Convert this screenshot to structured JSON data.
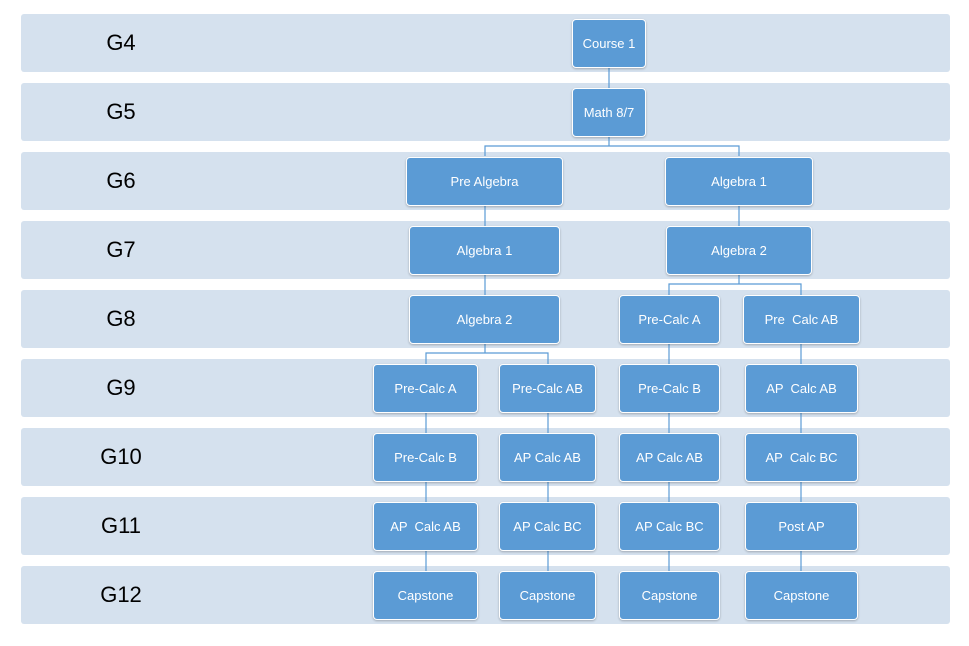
{
  "colors": {
    "band": "#d5e1ee",
    "node": "#5b9bd5",
    "connector": "#5b9bd5"
  },
  "grades": [
    "G4",
    "G5",
    "G6",
    "G7",
    "G8",
    "G9",
    "G10",
    "G11",
    "G12"
  ],
  "courses": {
    "g4_course1": "Course 1",
    "g5_math87": "Math 8/7",
    "g6_pre_algebra": "Pre Algebra",
    "g6_algebra1": "Algebra 1",
    "g7_algebra1": "Algebra 1",
    "g7_algebra2": "Algebra 2",
    "g8_algebra2": "Algebra 2",
    "g8_precalc_a": "Pre-Calc A",
    "g8_pre_calc_ab": "Pre  Calc AB",
    "g9_precalc_a": "Pre-Calc A",
    "g9_precalc_ab": "Pre-Calc AB",
    "g9_precalc_b": "Pre-Calc B",
    "g9_ap_calc_ab": "AP  Calc AB",
    "g10_precalc_b": "Pre-Calc B",
    "g10_ap_calc_ab_1": "AP Calc AB",
    "g10_ap_calc_ab_2": "AP Calc AB",
    "g10_ap_calc_bc": "AP  Calc BC",
    "g11_ap_calc_ab": "AP  Calc AB",
    "g11_ap_calc_bc_1": "AP Calc BC",
    "g11_ap_calc_bc_2": "AP Calc BC",
    "g11_post_ap": "Post AP",
    "g12_capstone_1": "Capstone",
    "g12_capstone_2": "Capstone",
    "g12_capstone_3": "Capstone",
    "g12_capstone_4": "Capstone"
  }
}
